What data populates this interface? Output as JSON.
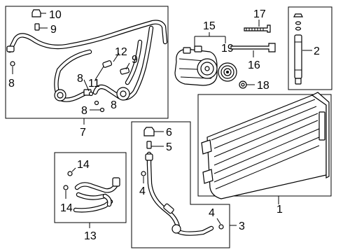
{
  "callouts": {
    "c1": "1",
    "c2": "2",
    "c3": "3",
    "c4a": "4",
    "c4b": "4",
    "c5": "5",
    "c6": "6",
    "c7": "7",
    "c8a": "8",
    "c8b": "8",
    "c8c": "8",
    "c8d": "8",
    "c9a": "9",
    "c9b": "9",
    "c10": "10",
    "c11": "11",
    "c12": "12",
    "c13": "13",
    "c14a": "14",
    "c14b": "14",
    "c15": "15",
    "c16": "16",
    "c17": "17",
    "c18": "18",
    "c19": "19"
  }
}
